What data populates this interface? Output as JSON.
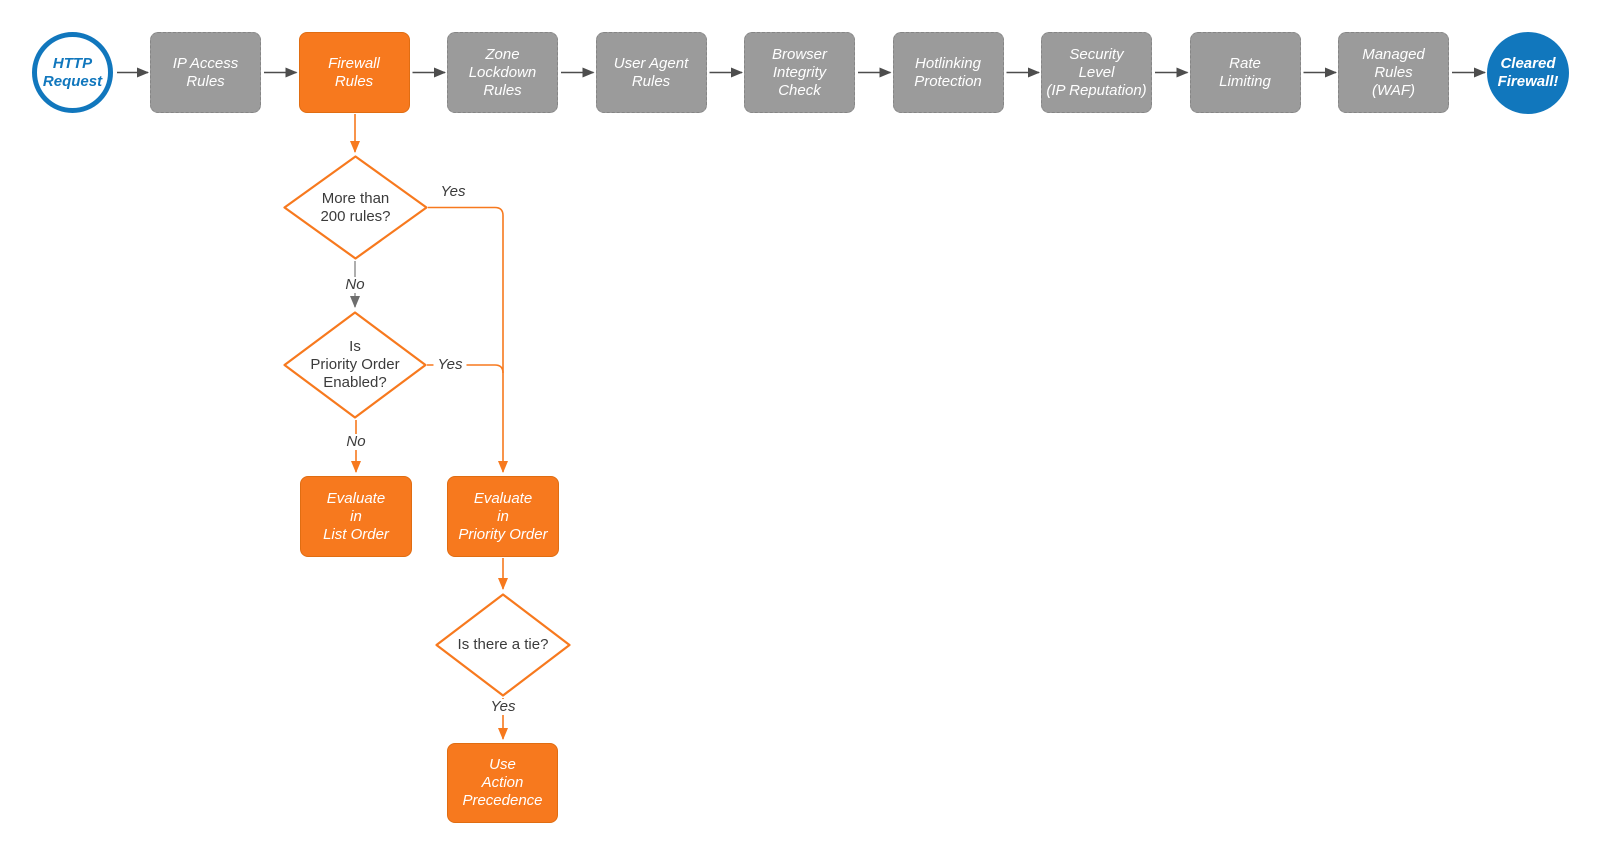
{
  "diagram": {
    "pipeline": [
      {
        "id": "http-request",
        "label": "HTTP\nRequest",
        "shape": "circle-outline"
      },
      {
        "id": "ip-access-rules",
        "label": "IP Access\nRules",
        "shape": "box-gray"
      },
      {
        "id": "firewall-rules",
        "label": "Firewall\nRules",
        "shape": "box-orange"
      },
      {
        "id": "zone-lockdown-rules",
        "label": "Zone\nLockdown\nRules",
        "shape": "box-gray"
      },
      {
        "id": "user-agent-rules",
        "label": "User Agent\nRules",
        "shape": "box-gray"
      },
      {
        "id": "browser-integrity-check",
        "label": "Browser\nIntegrity\nCheck",
        "shape": "box-gray"
      },
      {
        "id": "hotlinking-protection",
        "label": "Hotlinking\nProtection",
        "shape": "box-gray"
      },
      {
        "id": "security-level",
        "label": "Security\nLevel\n(IP Reputation)",
        "shape": "box-gray"
      },
      {
        "id": "rate-limiting",
        "label": "Rate\nLimiting",
        "shape": "box-gray"
      },
      {
        "id": "managed-rules-waf",
        "label": "Managed\nRules\n(WAF)",
        "shape": "box-gray"
      },
      {
        "id": "cleared-firewall",
        "label": "Cleared\nFirewall!",
        "shape": "circle-filled"
      }
    ],
    "decisions": [
      {
        "id": "more-than-200-rules",
        "label": "More than\n200 rules?"
      },
      {
        "id": "priority-order-enabled",
        "label": "Is\nPriority Order\nEnabled?"
      },
      {
        "id": "is-there-a-tie",
        "label": "Is there a tie?"
      }
    ],
    "processes": [
      {
        "id": "evaluate-list-order",
        "label": "Evaluate\nin\nList Order"
      },
      {
        "id": "evaluate-priority-order",
        "label": "Evaluate\nin\nPriority Order"
      },
      {
        "id": "use-action-precedence",
        "label": "Use\nAction\nPrecedence"
      }
    ],
    "edge_labels": {
      "d1_yes": "Yes",
      "d1_no": "No",
      "d2_yes": "Yes",
      "d2_no": "No",
      "d3_yes": "Yes"
    },
    "colors": {
      "orange": "#F7791E",
      "gray": "#9B9B9B",
      "blue": "#1177BD",
      "connector_dark": "#4D4D4D",
      "connector_gray": "#9A9A9A",
      "text_dark": "#3B3B3B"
    }
  }
}
